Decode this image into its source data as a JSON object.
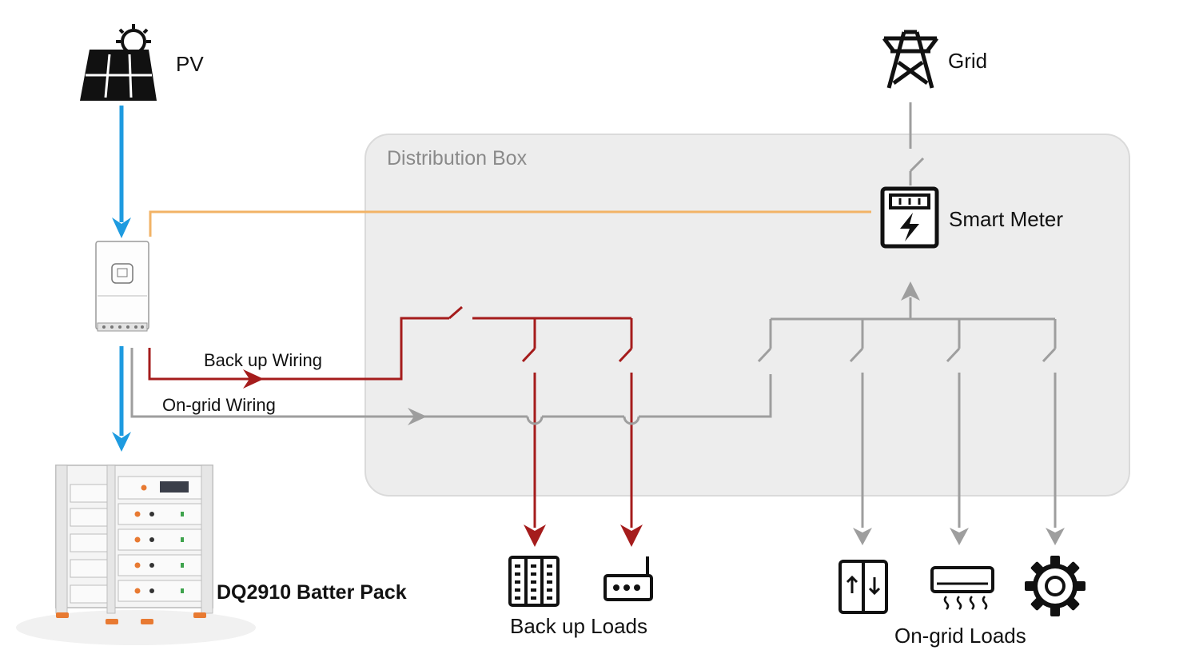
{
  "labels": {
    "pv": "PV",
    "grid": "Grid",
    "distribution_box": "Distribution Box",
    "smart_meter": "Smart Meter",
    "backup_wiring": "Back up Wiring",
    "ongrid_wiring": "On-grid Wiring",
    "battery_pack": "DQ2910 Batter Pack",
    "backup_loads": "Back up Loads",
    "ongrid_loads": "On-grid Loads"
  },
  "colors": {
    "pv_line": "#1E9BE0",
    "backup_line": "#A51C1C",
    "ongrid_line": "#9E9E9E",
    "meter_signal_line": "#F2B366",
    "box_fill": "#EDEDED",
    "box_border": "#DADADA"
  },
  "icons": [
    "solar-panel-icon",
    "grid-tower-icon",
    "smart-meter-icon",
    "inverter-icon",
    "battery-rack-icon",
    "server-rack-icon",
    "router-icon",
    "refrigerator-icon",
    "air-conditioner-icon",
    "gear-icon"
  ]
}
